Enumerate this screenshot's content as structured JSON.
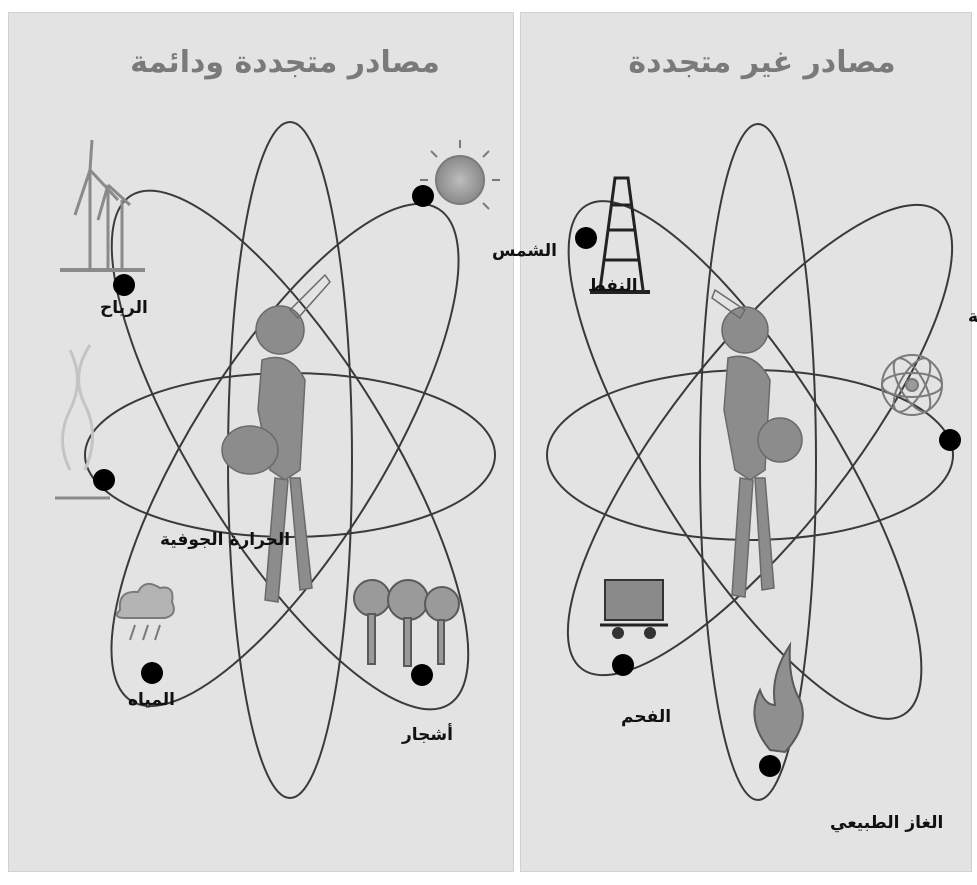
{
  "renewable": {
    "title": "مصادر متجددة ودائمة",
    "labels": {
      "sun": "الشمس",
      "wind": "الرياح",
      "geothermal": "الحرارة الجوفية",
      "water": "المياه",
      "trees": "أشجار"
    }
  },
  "non_renewable": {
    "title": "مصادر غير متجددة",
    "labels": {
      "oil": "النفط",
      "nuclear": "الطاقة النووية",
      "coal": "الفحم",
      "natural_gas": "الغاز الطبيعي"
    }
  }
}
